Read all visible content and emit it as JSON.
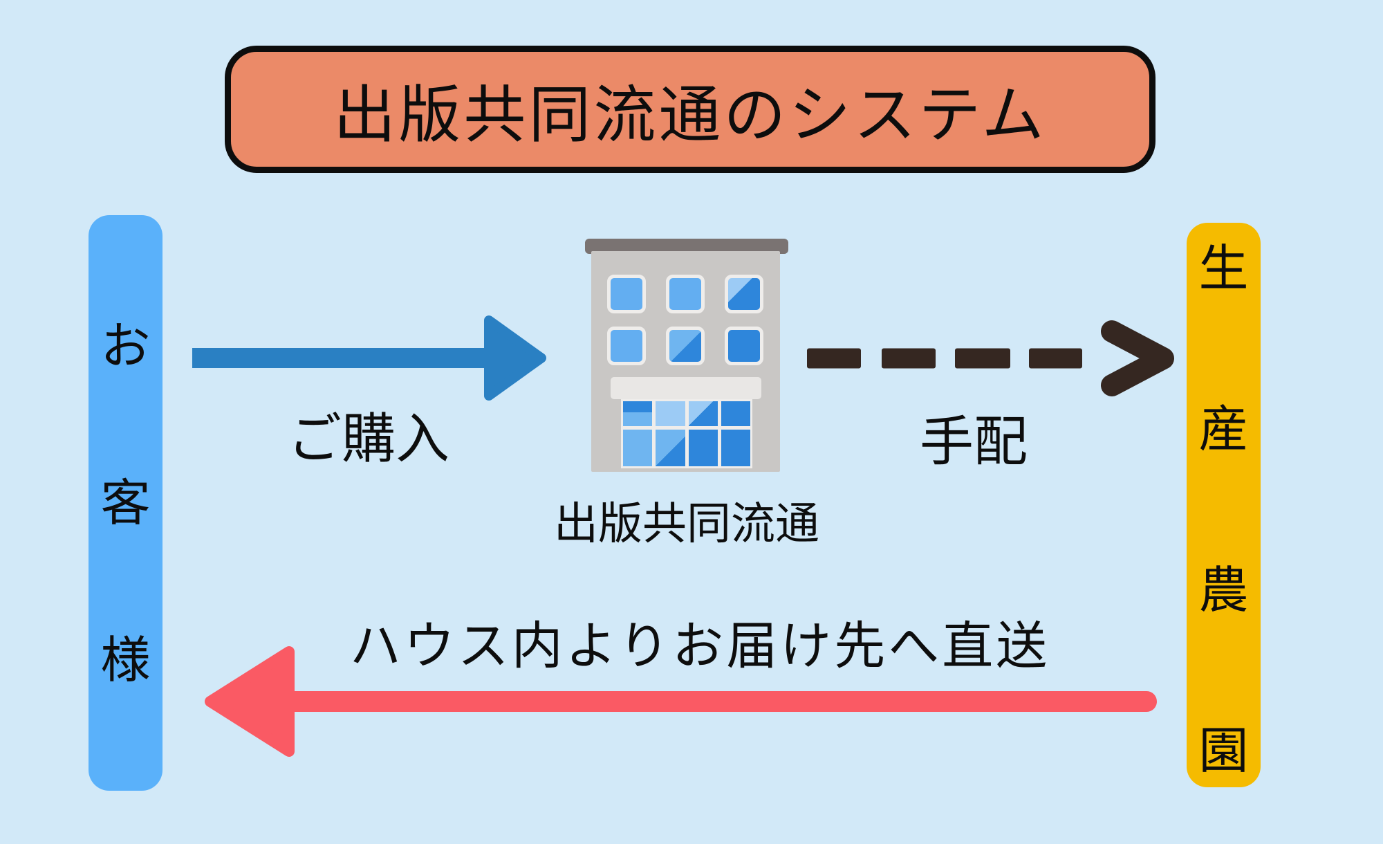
{
  "colors": {
    "background": "#D2E9F8",
    "title_fill": "#EB8A68",
    "outline": "#0D0D0D",
    "text": "#0D0D0D",
    "customer_fill": "#5AB1FA",
    "farm_fill": "#F5BB00",
    "purchase_arrow": "#2A80C3",
    "arrange_arrow": "#352721",
    "direct_arrow": "#FA5A64"
  },
  "title": "出版共同流通のシステム",
  "customer": {
    "label": "お客様",
    "chars": [
      "お",
      "客",
      "様"
    ]
  },
  "farm": {
    "label": "生産農園",
    "chars": [
      "生",
      "産",
      "農",
      "園"
    ]
  },
  "distributor": {
    "label": "出版共同流通",
    "icon": "building-icon"
  },
  "flows": {
    "purchase": {
      "label": "ご購入",
      "from": "お客様",
      "to": "出版共同流通",
      "style": "solid",
      "direction": "right"
    },
    "arrange": {
      "label": "手配",
      "from": "出版共同流通",
      "to": "生産農園",
      "style": "dashed",
      "direction": "right"
    },
    "direct": {
      "label": "ハウス内よりお届け先へ直送",
      "from": "生産農園",
      "to": "お客様",
      "style": "solid",
      "direction": "left"
    }
  }
}
